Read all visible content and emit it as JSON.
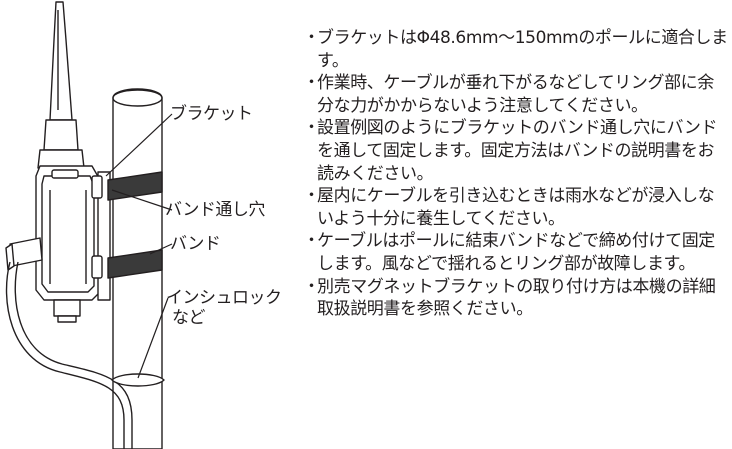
{
  "labels": {
    "bracket": "ブラケット",
    "band_hole": "バンド通し穴",
    "band": "バンド",
    "insulock_line1": "インシュロック",
    "insulock_line2": "など"
  },
  "bullet_char": "・",
  "notes": [
    "ブラケットはΦ48.6mm〜150mmのポールに適合します。",
    "作業時、ケーブルが垂れ下がるなどしてリング部に余分な力がかからないよう注意してください。",
    "設置例図のようにブラケットのバンド通し穴にバンドを通して固定します。固定方法はバンドの説明書をお読みください。",
    "屋内にケーブルを引き込むときは雨水などが浸入しないよう十分に養生してください。",
    "ケーブルはポールに結束バンドなどで締め付けて固定します。風などで揺れるとリング部が故障します。",
    "別売マグネットブラケットの取り付け方は本機の詳細取扱説明書を参照ください。"
  ]
}
